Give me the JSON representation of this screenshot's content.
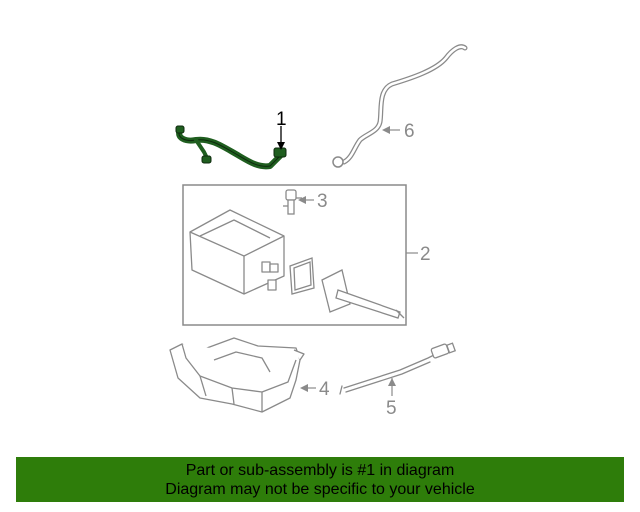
{
  "diagram": {
    "callouts": [
      "1",
      "2",
      "3",
      "4",
      "5",
      "6"
    ],
    "highlight_part": "1",
    "highlight_color": "#1f5e1f",
    "part_stroke_color": "#8a8a8a",
    "callout_color": "#8a8a8a"
  },
  "footer": {
    "line1": "Part or sub-assembly is #1 in diagram",
    "line2": "Diagram may not be specific to your vehicle",
    "background_color": "#2e7d0a"
  }
}
